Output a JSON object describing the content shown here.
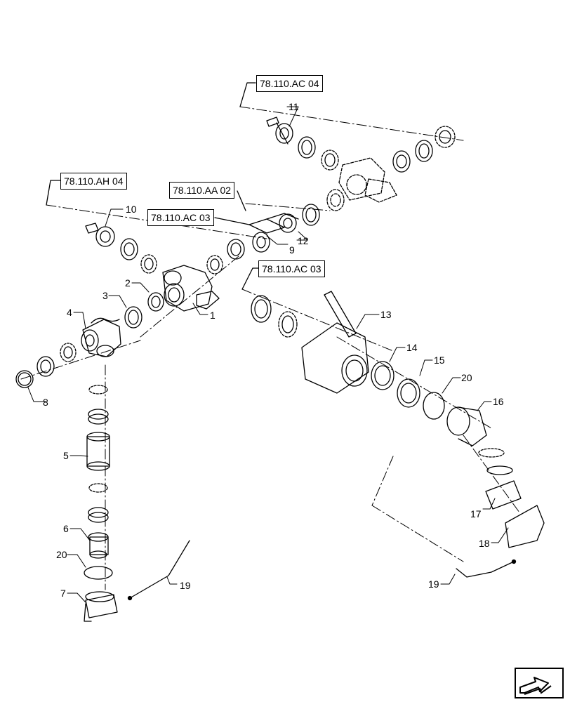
{
  "references": {
    "ac04": "78.110.AC 04",
    "ah04": "78.110.AH 04",
    "aa02": "78.110.AA 02",
    "ac03_a": "78.110.AC 03",
    "ac03_b": "78.110.AC 03"
  },
  "callouts": {
    "c1": "1",
    "c2": "2",
    "c3": "3",
    "c4": "4",
    "c5": "5",
    "c6": "6",
    "c7": "7",
    "c8": "8",
    "c9": "9",
    "c10": "10",
    "c11": "11",
    "c12": "12",
    "c13": "13",
    "c14": "14",
    "c15": "15",
    "c16": "16",
    "c17": "17",
    "c18": "18",
    "c19a": "19",
    "c19b": "19",
    "c20a": "20",
    "c20b": "20"
  },
  "icons": {
    "navigation": "next-page-arrow-icon"
  },
  "colors": {
    "line": "#000000",
    "background": "#ffffff"
  }
}
